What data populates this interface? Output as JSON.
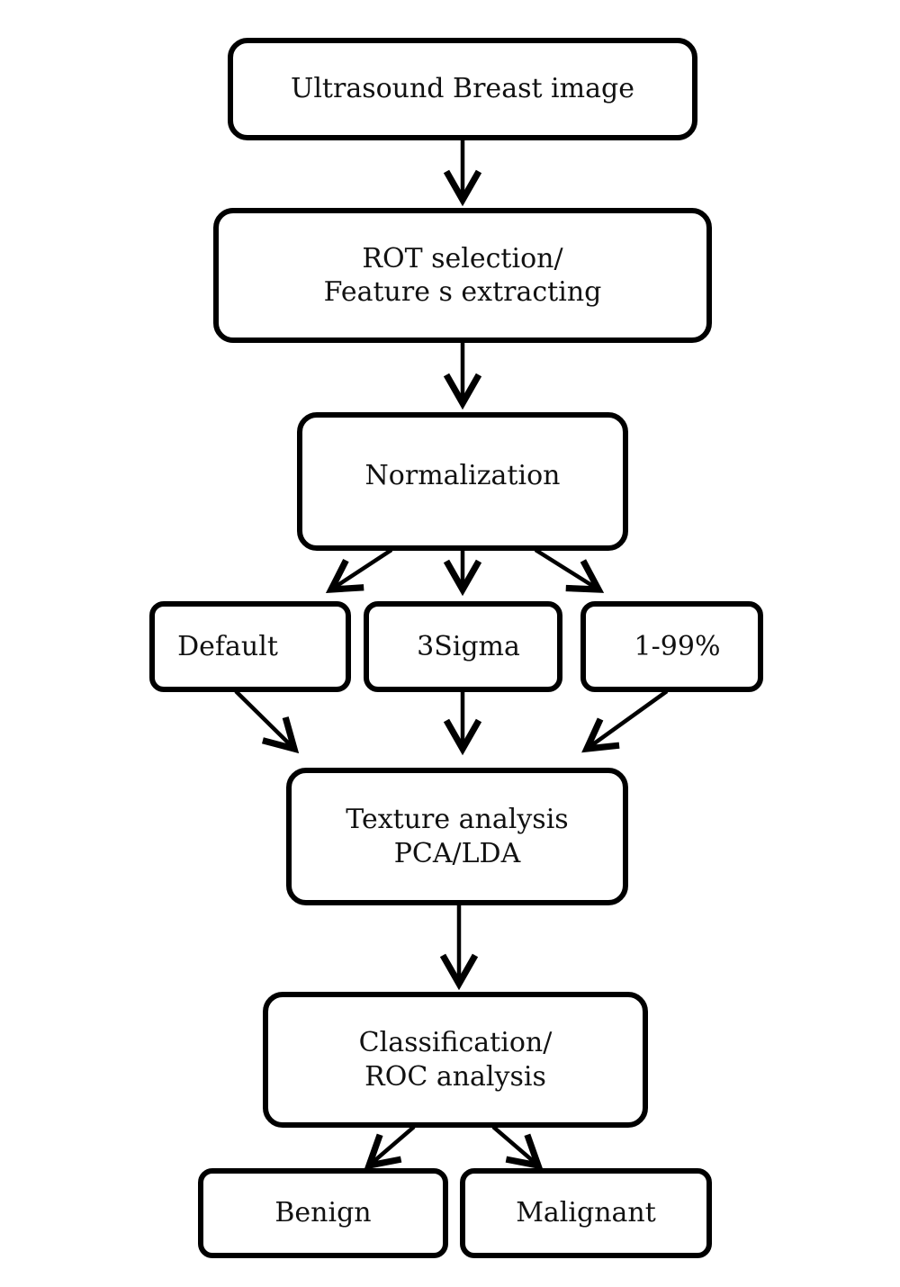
{
  "nodes": {
    "ultrasound": {
      "lines": [
        "Ultrasound Breast image"
      ]
    },
    "roi": {
      "lines": [
        "ROT selection/",
        "Feature s extracting"
      ]
    },
    "normalization": {
      "lines": [
        "Normalization"
      ]
    },
    "default": {
      "lines": [
        "Default"
      ]
    },
    "sigma": {
      "lines": [
        "3Sigma"
      ]
    },
    "percent": {
      "lines": [
        "1-99%"
      ]
    },
    "texture": {
      "lines": [
        "Texture analysis",
        "PCA/LDA"
      ]
    },
    "classification": {
      "lines": [
        "Classification/",
        "ROC analysis"
      ]
    },
    "benign": {
      "lines": [
        "Benign"
      ]
    },
    "malignant": {
      "lines": [
        "Malignant"
      ]
    }
  },
  "edges": [
    {
      "from": "ultrasound",
      "to": "roi"
    },
    {
      "from": "roi",
      "to": "normalization"
    },
    {
      "from": "normalization",
      "to": "default"
    },
    {
      "from": "normalization",
      "to": "sigma"
    },
    {
      "from": "normalization",
      "to": "percent"
    },
    {
      "from": "default",
      "to": "texture"
    },
    {
      "from": "sigma",
      "to": "texture"
    },
    {
      "from": "percent",
      "to": "texture"
    },
    {
      "from": "texture",
      "to": "classification"
    },
    {
      "from": "classification",
      "to": "benign"
    },
    {
      "from": "classification",
      "to": "malignant"
    }
  ]
}
